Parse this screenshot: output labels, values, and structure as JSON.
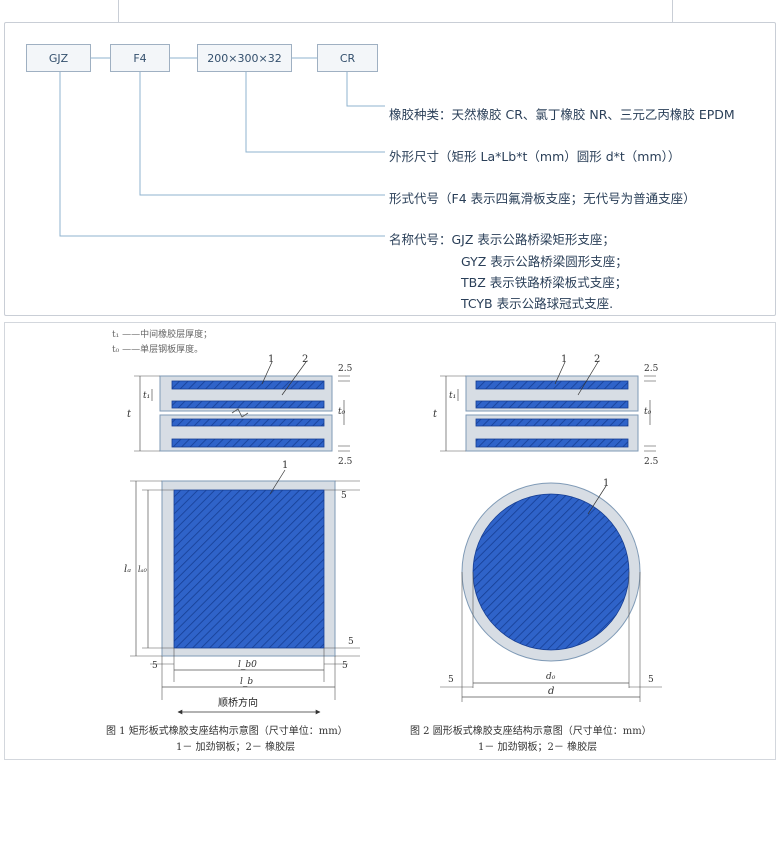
{
  "codes": {
    "gjz": "GJZ",
    "f4": "F4",
    "size": "200×300×32",
    "cr": "CR"
  },
  "legend": {
    "rubber": "橡胶种类：天然橡胶 CR、氯丁橡胶 NR、三元乙丙橡胶 EPDM",
    "shape": "外形尺寸（矩形 La*Lb*t（mm）圆形 d*t（mm））",
    "form": "形式代号（F4 表示四氟滑板支座；无代号为普通支座）",
    "name": "名称代号：GJZ 表示公路桥梁矩形支座；",
    "name2": "GYZ 表示公路桥梁圆形支座；",
    "name3": "TBZ 表示铁路桥梁板式支座；",
    "name4": "TCYB 表示公路球冠式支座."
  },
  "notes": {
    "t1": "t₁ ——中间橡胶层厚度；",
    "t0": "t₀ ——单层钢板厚度。"
  },
  "fig1": {
    "label1": "1",
    "label2": "2",
    "dim25": "2.5",
    "dim5": "5",
    "t": "t",
    "t1": "t₁",
    "t0": "t₀",
    "la": "lₐ",
    "la0": "lₐ₀",
    "lb0": "l_b0",
    "lb": "l_b",
    "direction": "顺桥方向",
    "caption": "图 1    矩形板式橡胶支座结构示意图（尺寸单位：mm）",
    "caption2": "1－ 加劲钢板；2－ 橡胶层"
  },
  "fig2": {
    "label1": "1",
    "label2": "2",
    "dim25": "2.5",
    "dim5": "5",
    "t": "t",
    "t1": "t₁",
    "t0": "t₀",
    "d0": "d₀",
    "d": "d",
    "caption": "图 2    圆形板式橡胶支座结构示意图（尺寸单位：mm）",
    "caption2": "1－ 加劲钢板；2－ 橡胶层"
  },
  "colors": {
    "steel": "#2f63c9",
    "rubber": "#d7dde4",
    "line": "#7f9ab6"
  }
}
